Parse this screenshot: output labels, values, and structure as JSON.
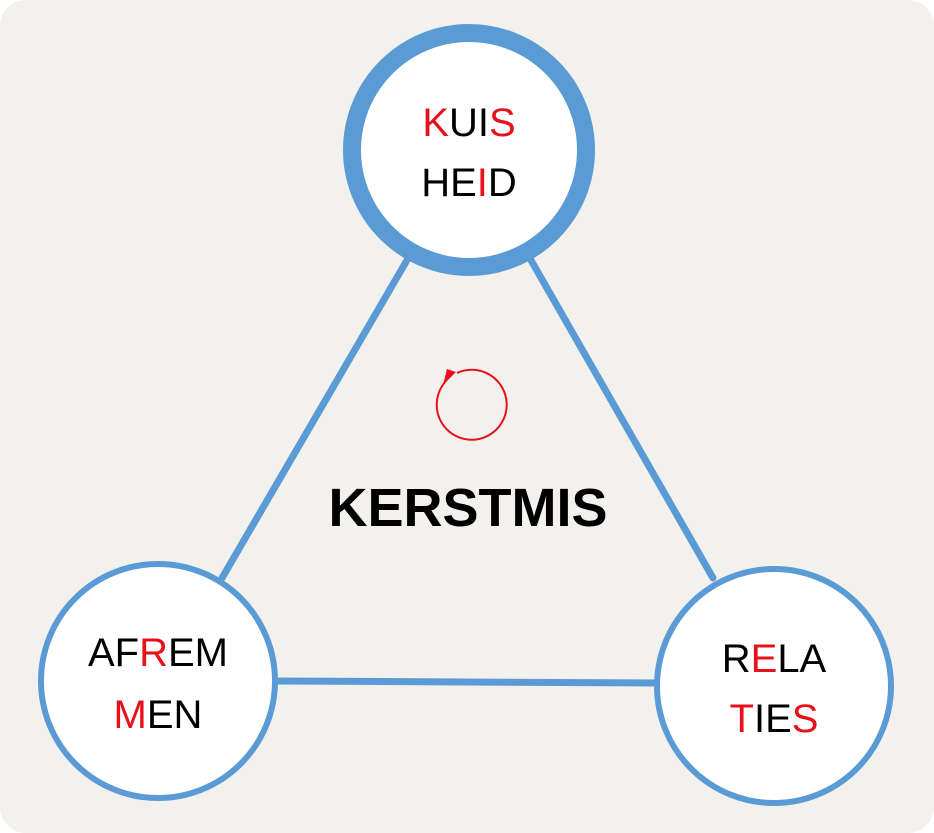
{
  "title": "KERSTMIS",
  "colors": {
    "line": "#5b9bd5",
    "highlight": "#e8101a",
    "text": "#000000",
    "node_fill": "#ffffff",
    "background": "#f2f1ed"
  },
  "nodes": [
    {
      "id": "top",
      "lines": [
        [
          {
            "t": "K",
            "hl": true
          },
          {
            "t": "UI",
            "hl": false
          },
          {
            "t": "S",
            "hl": true
          }
        ],
        [
          {
            "t": "HE",
            "hl": false
          },
          {
            "t": "I",
            "hl": true
          },
          {
            "t": "D",
            "hl": false
          }
        ]
      ]
    },
    {
      "id": "left",
      "lines": [
        [
          {
            "t": "AF",
            "hl": false
          },
          {
            "t": "R",
            "hl": true
          },
          {
            "t": "EM",
            "hl": false
          }
        ],
        [
          {
            "t": "M",
            "hl": true
          },
          {
            "t": "EN",
            "hl": false
          }
        ]
      ]
    },
    {
      "id": "right",
      "lines": [
        [
          {
            "t": "R",
            "hl": false
          },
          {
            "t": "E",
            "hl": true
          },
          {
            "t": "LA",
            "hl": false
          }
        ],
        [
          {
            "t": "T",
            "hl": true
          },
          {
            "t": "IE",
            "hl": false
          },
          {
            "t": "S",
            "hl": true
          }
        ]
      ]
    }
  ],
  "cycle_icon": "circular-arrow-icon"
}
